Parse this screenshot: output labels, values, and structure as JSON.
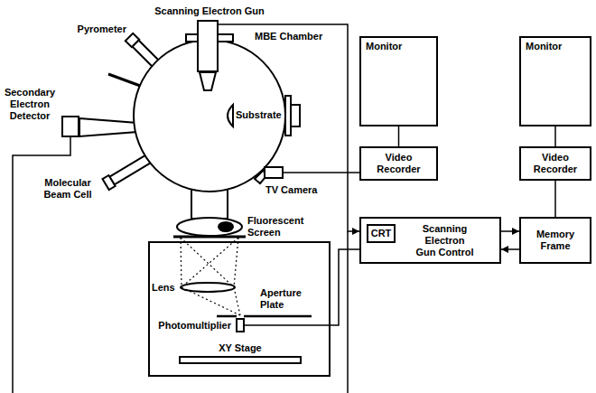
{
  "diagram": {
    "nodes": [
      {
        "text": [
          "Scanning Electron Gun"
        ]
      },
      {
        "text": [
          "Secondary Electron Detector"
        ]
      },
      {
        "text": [
          "TV Camera"
        ]
      },
      {
        "text": [
          "Photomultiplier"
        ]
      },
      {
        "text": [
          "XY Stage"
        ]
      },
      {
        "text": [
          "Monitor"
        ]
      },
      {
        "text": [
          "Video Recorder"
        ]
      },
      {
        "text": [
          "Monitor"
        ]
      },
      {
        "text": [
          "Video Recorder"
        ]
      },
      {
        "text": [
          "Scanning Electron Gun Control"
        ]
      },
      {
        "text": [
          "CRT"
        ],
        "in": 9
      },
      {
        "text": [
          "Memory Frame"
        ]
      }
    ],
    "edges": [
      {
        "from": 0,
        "to": 9,
        "arrow": "to"
      },
      {
        "from": 2,
        "to": 6,
        "arrow": "none"
      },
      {
        "from": 6,
        "to": 5,
        "arrow": "none"
      },
      {
        "from": 3,
        "to": 9,
        "arrow": "none"
      },
      {
        "from": 9,
        "to": 11,
        "arrow": "to"
      },
      {
        "from": 11,
        "to": 9,
        "arrow": "to"
      },
      {
        "from": 11,
        "to": 8,
        "arrow": "none"
      },
      {
        "from": 8,
        "to": 7,
        "arrow": "none"
      }
    ],
    "labels": [
      "Pyrometer",
      "MBE Chamber",
      "Substrate",
      "Molecular Beam Cell",
      "Fluorescent Screen",
      "Lens",
      "Aperture Plate"
    ]
  }
}
